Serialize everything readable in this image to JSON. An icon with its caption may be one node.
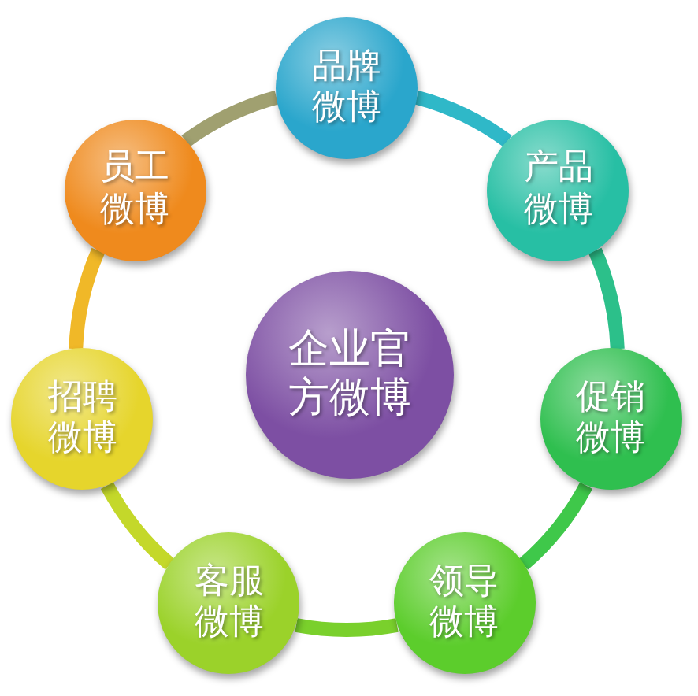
{
  "diagram": {
    "nodes": [
      {
        "text": [
          "企业官方微博"
        ]
      },
      {
        "text": [
          "品牌微博"
        ]
      },
      {
        "text": [
          "产品微博"
        ]
      },
      {
        "text": [
          "促销微博"
        ]
      },
      {
        "text": [
          "领导微博"
        ]
      },
      {
        "text": [
          "客服微博"
        ]
      },
      {
        "text": [
          "招聘微博"
        ]
      },
      {
        "text": [
          "员工微博"
        ]
      }
    ],
    "edges": [
      {
        "from": 1,
        "to": 2,
        "arrow": "none",
        "color": "#2fb8c8"
      },
      {
        "from": 2,
        "to": 3,
        "arrow": "none",
        "color": "#2cc08a"
      },
      {
        "from": 3,
        "to": 4,
        "arrow": "none",
        "color": "#3fc84a"
      },
      {
        "from": 4,
        "to": 5,
        "arrow": "none",
        "color": "#7ad02c"
      },
      {
        "from": 5,
        "to": 6,
        "arrow": "none",
        "color": "#c4d82a"
      },
      {
        "from": 6,
        "to": 7,
        "arrow": "none",
        "color": "#f0b828"
      },
      {
        "from": 7,
        "to": 1,
        "arrow": "none",
        "color": "#a0a070"
      }
    ]
  }
}
